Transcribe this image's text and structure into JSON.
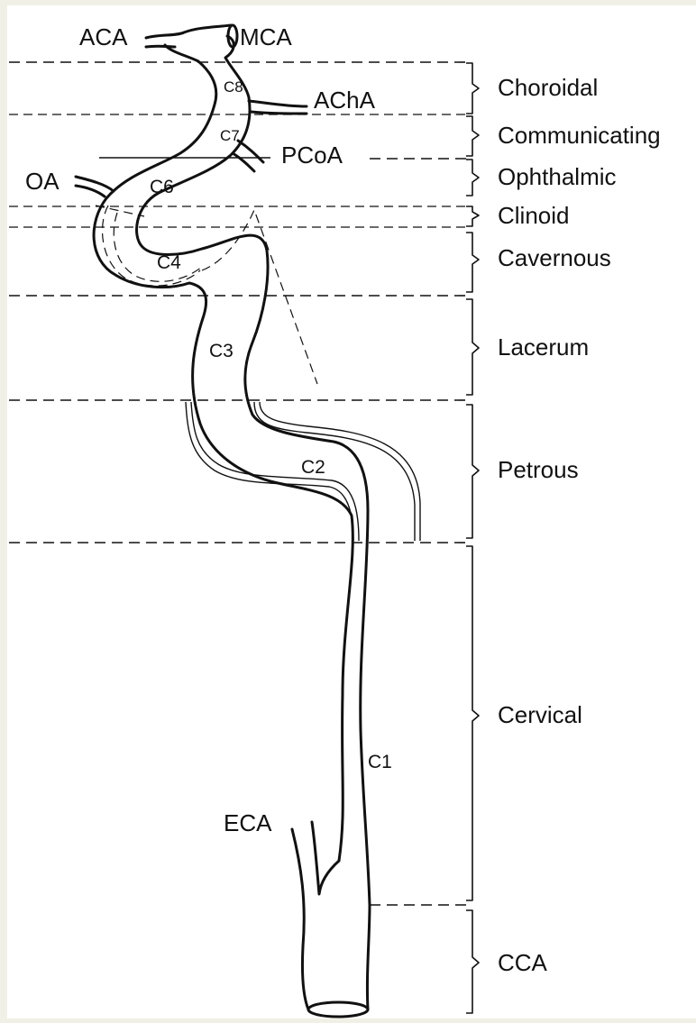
{
  "vessels": {
    "aca": "ACA",
    "mca": "MCA",
    "acha": "AChA",
    "pcoa": "PCoA",
    "oa": "OA",
    "eca": "ECA"
  },
  "ica_segments": {
    "c1": "C1",
    "c2": "C2",
    "c3": "C3",
    "c4": "C4",
    "c6": "C6",
    "c7": "C7",
    "c8": "C8"
  },
  "regions": [
    "Choroidal",
    "Communicating",
    "Ophthalmic",
    "Clinoid",
    "Cavernous",
    "Lacerum",
    "Petrous",
    "Cervical",
    "CCA"
  ],
  "colors": {
    "background": "#f0f0e6",
    "panel": "#ffffff",
    "ink": "#111111"
  }
}
